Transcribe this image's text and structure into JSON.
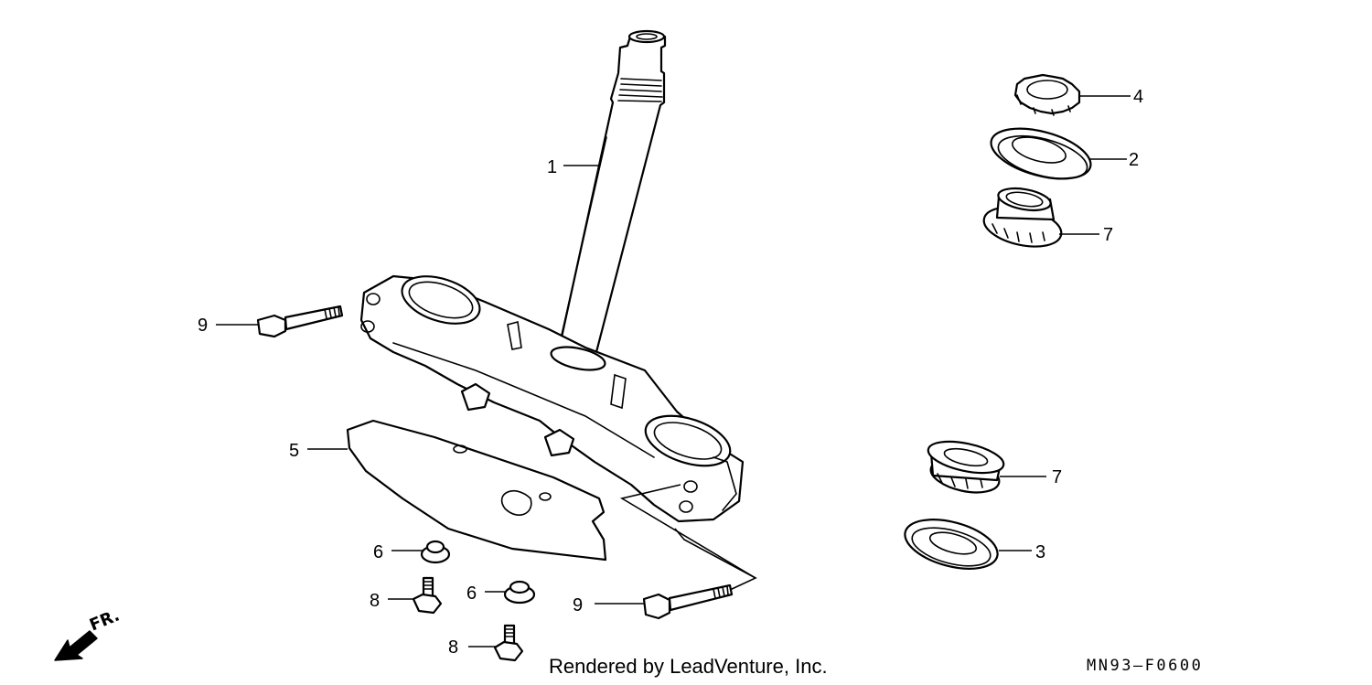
{
  "diagram": {
    "callouts": [
      {
        "id": "c1",
        "label": "1"
      },
      {
        "id": "c2",
        "label": "2"
      },
      {
        "id": "c3",
        "label": "3"
      },
      {
        "id": "c4",
        "label": "4"
      },
      {
        "id": "c5",
        "label": "5"
      },
      {
        "id": "c6a",
        "label": "6"
      },
      {
        "id": "c6b",
        "label": "6"
      },
      {
        "id": "c7a",
        "label": "7"
      },
      {
        "id": "c7b",
        "label": "7"
      },
      {
        "id": "c8a",
        "label": "8"
      },
      {
        "id": "c8b",
        "label": "8"
      },
      {
        "id": "c9a",
        "label": "9"
      },
      {
        "id": "c9b",
        "label": "9"
      }
    ],
    "direction_label": "FR.",
    "credit": "Rendered by LeadVenture, Inc.",
    "diagram_code": "MN93–F0600"
  }
}
